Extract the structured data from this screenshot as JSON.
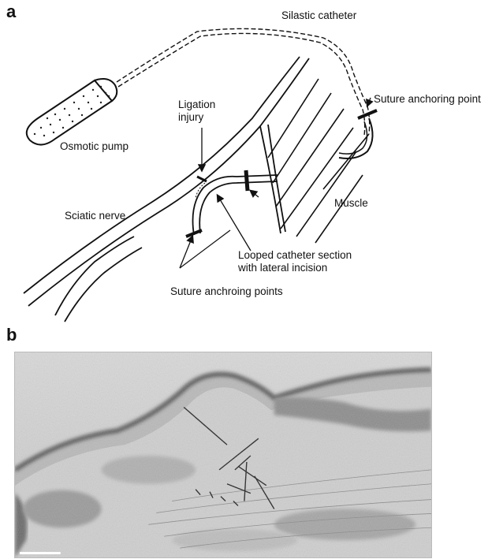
{
  "panels": {
    "a": "a",
    "b": "b"
  },
  "labels": {
    "silastic_catheter": "Silastic catheter",
    "suture_anchoring_point": "Suture anchoring point",
    "ligation_injury_line1": "Ligation",
    "ligation_injury_line2": "injury",
    "osmotic_pump": "Osmotic pump",
    "muscle": "Muscle",
    "sciatic_nerve": "Sciatic nerve",
    "looped_catheter_line1": "Looped catheter section",
    "looped_catheter_line2": "with lateral incision",
    "suture_anchoring_points": "Suture anchroing points"
  }
}
